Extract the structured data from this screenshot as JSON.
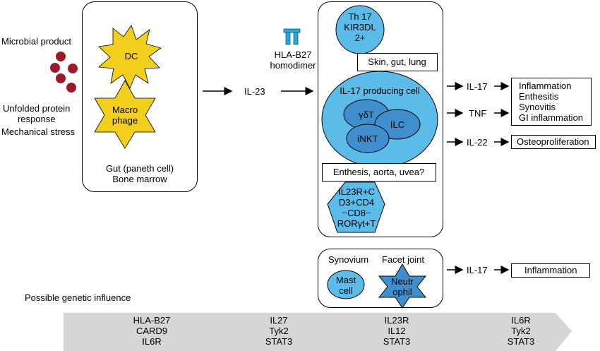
{
  "inputs": {
    "microbial": "Microbial product",
    "unfolded": "Unfolded protein\nresponse",
    "mechanical": "Mechanical stress"
  },
  "gut_panel": {
    "dc": "DC",
    "macrophage": "Macro\nphage",
    "site": "Gut (paneth cell)\nBone marrow"
  },
  "hla": "HLA-B27\nhomodimer",
  "il23": "IL-23",
  "center_panel": {
    "th17": "Th 17\nKIR3DL\n2+",
    "skin": "Skin, gut, lung",
    "il17_cell": "IL-17 producing cell",
    "gdt": "γδT",
    "ilc": "ILC",
    "inkt": "iNKT",
    "enthesis": "Enthesis, aorta, uvea?",
    "pentagon": "IL23R+C\nD3+CD4\n−CD8−\nRORγt+T"
  },
  "lower_panel": {
    "synovium": "Synovium",
    "facet": "Facet joint",
    "mast": "Mast\ncell",
    "neutro": "Neutr\nophil"
  },
  "outputs": {
    "il17_a": "IL-17",
    "tnf": "TNF",
    "il22": "IL-22",
    "il17_b": "IL-17",
    "effects1": "Inflammation\nEnthesitis\nSynovitis\nGI inflammation",
    "effects2": "Osteoproliferation",
    "effects3": "Inflammation"
  },
  "genetic": {
    "label": "Possible genetic influence",
    "groups": [
      "HLA-B27\nCARD9\nIL6R",
      "IL27\nTyk2\nSTAT3",
      "IL23R\nIL12\nSTAT3",
      "IL6R\nTyk2\nSTAT3"
    ]
  },
  "colors": {
    "yellow": "#f2cf1d",
    "blue": "#5bbcea",
    "darkblue": "#3f8fce",
    "red": "#9b1b2a",
    "arrow_grey": "#d6d6d6"
  }
}
